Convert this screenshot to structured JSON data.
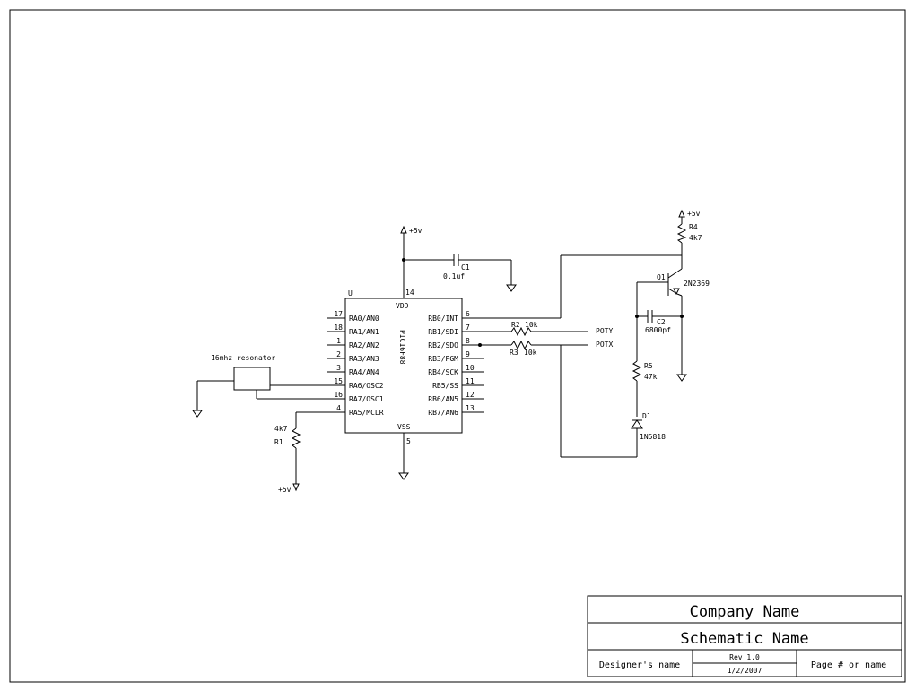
{
  "ic": {
    "designator": "U",
    "part": "PIC16F88",
    "vdd_label": "VDD",
    "vdd_pin": "14",
    "vss_label": "VSS",
    "vss_pin": "5",
    "left_pins": [
      {
        "pin": "17",
        "name": "RA0/AN0"
      },
      {
        "pin": "18",
        "name": "RA1/AN1"
      },
      {
        "pin": "1",
        "name": "RA2/AN2"
      },
      {
        "pin": "2",
        "name": "RA3/AN3"
      },
      {
        "pin": "3",
        "name": "RA4/AN4"
      },
      {
        "pin": "15",
        "name": "RA6/OSC2"
      },
      {
        "pin": "16",
        "name": "RA7/OSC1"
      },
      {
        "pin": "4",
        "name": "RA5/MCLR"
      }
    ],
    "right_pins": [
      {
        "pin": "6",
        "name": "RB0/INT"
      },
      {
        "pin": "7",
        "name": "RB1/SDI"
      },
      {
        "pin": "8",
        "name": "RB2/SDO"
      },
      {
        "pin": "9",
        "name": "RB3/PGM"
      },
      {
        "pin": "10",
        "name": "RB4/SCK"
      },
      {
        "pin": "11",
        "name": "RB5/SS"
      },
      {
        "pin": "12",
        "name": "RB6/AN5"
      },
      {
        "pin": "13",
        "name": "RB7/AN6"
      }
    ]
  },
  "components": {
    "vcc_top": "+5v",
    "c1_ref": "C1",
    "c1_val": "0.1uf",
    "resonator": "16mhz resonator",
    "r1_ref": "R1",
    "r1_val": "4k7",
    "vcc_r1": "+5v",
    "r2_ref": "R2",
    "r2_val": "10k",
    "r3_ref": "R3",
    "r3_val": "10k",
    "poty": "POTY",
    "potx": "POTX",
    "vcc_r4": "+5v",
    "r4_ref": "R4",
    "r4_val": "4k7",
    "q1_ref": "Q1",
    "q1_val": "2N2369",
    "c2_ref": "C2",
    "c2_val": "6800pf",
    "r5_ref": "R5",
    "r5_val": "47k",
    "d1_ref": "D1",
    "d1_val": "1N5818"
  },
  "title_block": {
    "company": "Company Name",
    "schematic": "Schematic Name",
    "designer": "Designer's name",
    "rev": "Rev 1.0",
    "date": "1/2/2007",
    "page": "Page # or name"
  }
}
